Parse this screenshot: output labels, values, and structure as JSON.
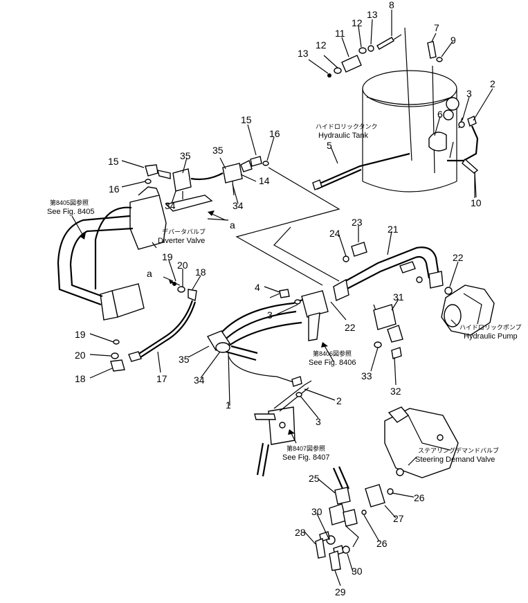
{
  "labels": {
    "hydraulic_tank_jp": "ハイドロリックタンク",
    "hydraulic_tank_en": "Hydraulic Tank",
    "see_8405_jp": "第8405図参照",
    "see_8405_en": "See Fig. 8405",
    "diverter_jp": "デバータバルブ",
    "diverter_en": "Diverter Valve",
    "pump_jp": "ハイドロリックポンプ",
    "pump_en": "Hydraulic Pump",
    "see_8406_jp": "第8406図参照",
    "see_8406_en": "See Fig. 8406",
    "see_8407_jp": "第8407図参照",
    "see_8407_en": "See Fig. 8407",
    "steering_jp": "ステアリングデマンドバルブ",
    "steering_en": "Steering Demand Valve",
    "conn_a": "a",
    "conn_b": "a"
  },
  "parts": [
    "8",
    "13",
    "12",
    "11",
    "12",
    "13",
    "7",
    "9",
    "3",
    "2",
    "6",
    "15",
    "16",
    "5",
    "35",
    "35",
    "15",
    "16",
    "14",
    "34",
    "34",
    "10",
    "24",
    "23",
    "21",
    "22",
    "19",
    "20",
    "18",
    "4",
    "3",
    "22",
    "31",
    "19",
    "20",
    "18",
    "35",
    "17",
    "34",
    "1",
    "33",
    "32",
    "2",
    "3",
    "25",
    "26",
    "27",
    "30",
    "26",
    "28",
    "30",
    "29"
  ]
}
